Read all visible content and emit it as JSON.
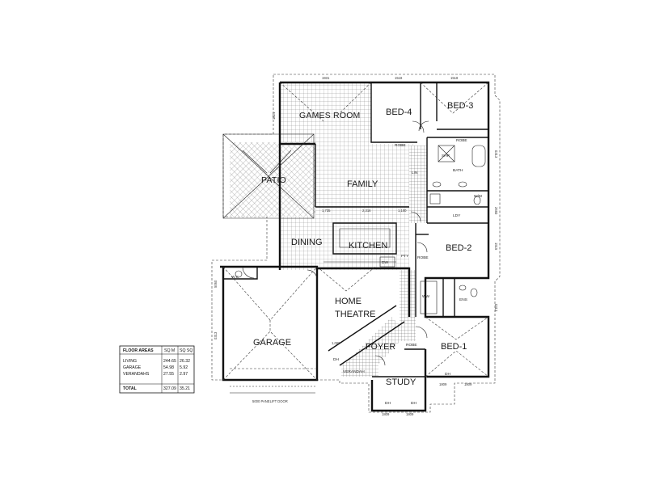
{
  "rooms": {
    "games_room": "GAMES ROOM",
    "bed_4": "BED-4",
    "bed_3": "BED-3",
    "patio": "PATIO",
    "family": "FAMILY",
    "dining": "DINING",
    "kitchen": "KITCHEN",
    "bed_2": "BED-2",
    "wc": "W.C",
    "home_theatre_1": "HOME",
    "home_theatre_2": "THEATRE",
    "garage": "GARAGE",
    "foyer": "FOYER",
    "bed_1": "BED-1",
    "verandah": "VERANDAH",
    "study": "STUDY",
    "ww": "WW",
    "ens": "ENS",
    "bath": "BATH",
    "ldy": "LDY"
  },
  "labels": {
    "lin": "LIN",
    "robe": "ROBE",
    "pty": "PTY",
    "door_note": "5000 PANELIFT DOOR",
    "shower": "SHR",
    "wm": "W/M",
    "dw": "DW",
    "dh": "DH"
  },
  "dimensions": {
    "top_1": "1931",
    "top_2": "1518",
    "top_3": "1518",
    "right_1": "0313",
    "right_2": "2660",
    "right_3": "1515",
    "right_4": "0313",
    "left_1": "1821",
    "left_2": "5060",
    "left_3": "0313",
    "bottom_1": "1809",
    "bottom_2": "1809",
    "bottom_3": "1809",
    "bottom_4": "1809",
    "mid_1": "1,735",
    "mid_2": "2,316",
    "mid_3": "1,100",
    "mid_4": "1,060"
  },
  "floor_areas": {
    "title": "FLOOR AREAS",
    "col_1": "SQ M",
    "col_2": "SQ SQ",
    "rows": [
      {
        "name": "LIVING",
        "sqm": "244.65",
        "sq": "26.32"
      },
      {
        "name": "GARAGE",
        "sqm": "54.98",
        "sq": "5.92"
      },
      {
        "name": "VERANDAHS",
        "sqm": "27.55",
        "sq": "2.97"
      }
    ],
    "total_label": "TOTAL",
    "total_sqm": "327.09",
    "total_sq": "35.21"
  }
}
